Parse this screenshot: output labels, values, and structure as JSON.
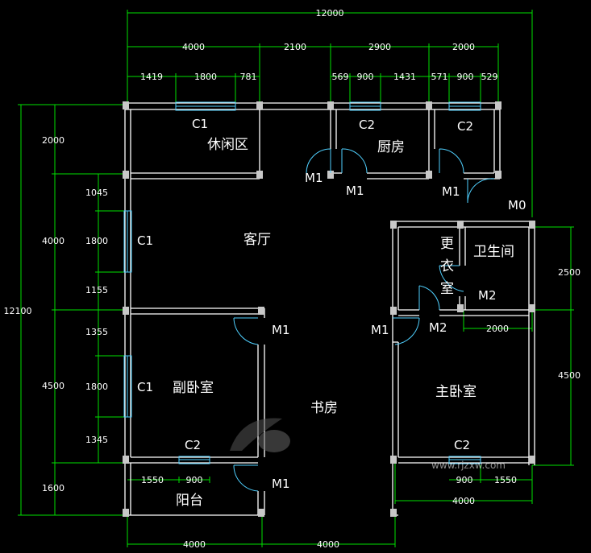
{
  "dimensions": {
    "total_top": "12000",
    "top_segments": [
      "4000",
      "2100",
      "2900",
      "2000"
    ],
    "top_sub_left": [
      "1419",
      "1800",
      "781"
    ],
    "top_sub_mid": [
      "569",
      "900",
      "1431"
    ],
    "top_sub_right": [
      "571",
      "900",
      "529"
    ],
    "left_total": "12100",
    "left_segments": [
      "2000",
      "4000",
      "4500",
      "1600"
    ],
    "left_sub_upper": [
      "1045",
      "1800",
      "1155"
    ],
    "left_sub_lower": [
      "1355",
      "1800",
      "1345"
    ],
    "right_segments": [
      "2500",
      "4500"
    ],
    "bath_width": "2000",
    "bottom_right_sub": [
      "900",
      "1550"
    ],
    "bottom_right_total": "4000",
    "bottom_left_sub": [
      "1550",
      "900"
    ],
    "bottom_totals": [
      "4000",
      "4000"
    ]
  },
  "rooms": {
    "leisure": "休闲区",
    "kitchen": "厨房",
    "living": "客厅",
    "dressing": [
      "更",
      "衣",
      "室"
    ],
    "bathroom": "卫生间",
    "second_bedroom": "副卧室",
    "study": "书房",
    "master_bedroom": "主卧室",
    "balcony": "阳台"
  },
  "tags": {
    "c1_leisure": "C1",
    "c2_kitchen": "C2",
    "c2_right": "C2",
    "m1_a": "M1",
    "m1_b": "M1",
    "m1_c": "M1",
    "m0": "M0",
    "c1_living": "C1",
    "m2_a": "M2",
    "m2_b": "M2",
    "m1_bed2": "M1",
    "m1_master": "M1",
    "c1_bed2": "C1",
    "c2_bed2": "C2",
    "c2_master": "C2",
    "m1_balcony": "M1"
  },
  "watermark": {
    "url": "www.rjzxw.com"
  },
  "colors": {
    "wall": "#ffffff",
    "dimension": "#00e000",
    "window": "#4fd0ff",
    "door": "#4fd0ff",
    "post": "#c8c8c8",
    "logo": "#3a7bd5"
  }
}
